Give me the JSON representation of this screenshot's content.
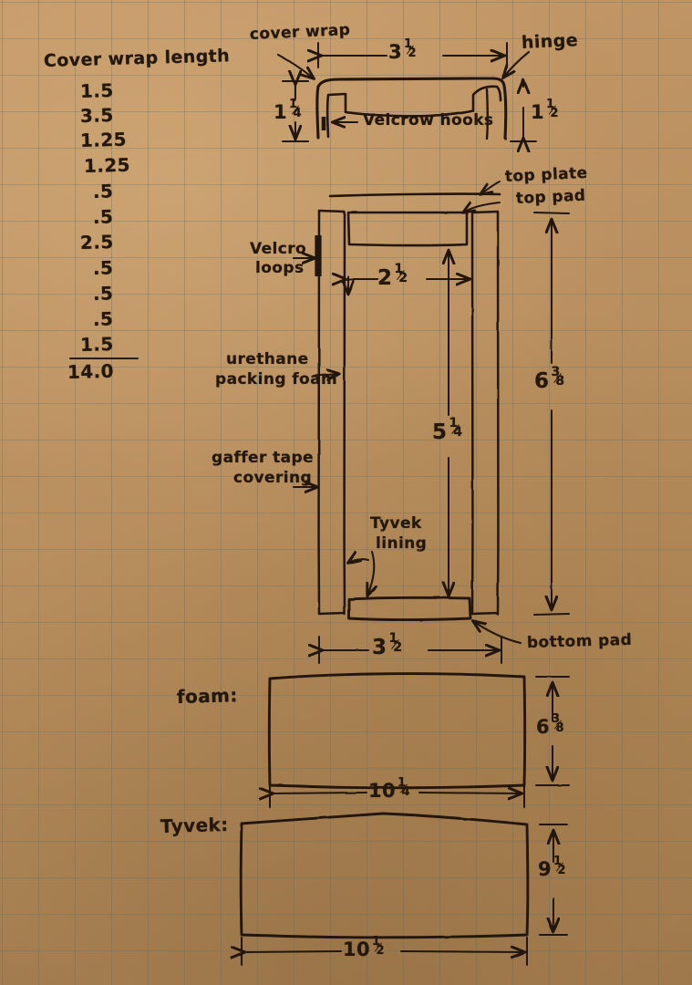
{
  "page": {
    "title": "Cover wrap length worksheet and case construction sketch",
    "paper_color": "#b8915f",
    "grid_color": "#5a6e73",
    "ink_color": "#24180c"
  },
  "tally": {
    "heading": "Cover wrap length",
    "values": [
      "1.5",
      "3.5",
      "1.25",
      "1.25",
      ".5",
      ".5",
      "2.5",
      ".5",
      ".5",
      ".5",
      "1.5"
    ],
    "total": "14.0"
  },
  "cover_wrap_section": {
    "labels": {
      "cover_wrap": "cover wrap",
      "hinge": "hinge",
      "velcro_hooks": "Velcrow hooks"
    },
    "dimensions": {
      "width": "3",
      "width_frac_num": "1",
      "width_frac_den": "2",
      "left_height": "1",
      "left_height_frac_num": "1",
      "left_height_frac_den": "4",
      "right_height": "1",
      "right_height_frac_num": "1",
      "right_height_frac_den": "2"
    }
  },
  "main_section": {
    "labels": {
      "top_plate": "top plate",
      "top_pad": "top pad",
      "velcro_loops_line1": "Velcro",
      "velcro_loops_line2": "loops",
      "urethane_line1": "urethane",
      "urethane_line2": "packing foam",
      "gaffer_line1": "gaffer tape",
      "gaffer_line2": "covering",
      "tyvek_line1": "Tyvek",
      "tyvek_line2": "lining",
      "bottom_pad": "bottom pad"
    },
    "dimensions": {
      "inner_width": "2",
      "inner_width_frac_num": "1",
      "inner_width_frac_den": "2",
      "inner_height": "5",
      "inner_height_frac_num": "1",
      "inner_height_frac_den": "4",
      "outer_height": "6",
      "outer_height_frac_num": "3",
      "outer_height_frac_den": "8",
      "outer_width": "3",
      "outer_width_frac_num": "1",
      "outer_width_frac_den": "2"
    }
  },
  "foam_section": {
    "label": "foam:",
    "width": "10",
    "width_frac_num": "1",
    "width_frac_den": "4",
    "height": "6",
    "height_frac_num": "3",
    "height_frac_den": "8"
  },
  "tyvek_section": {
    "label": "Tyvek:",
    "width": "10",
    "width_frac_num": "1",
    "width_frac_den": "2",
    "height": "9",
    "height_frac_num": "1",
    "height_frac_den": "2"
  }
}
